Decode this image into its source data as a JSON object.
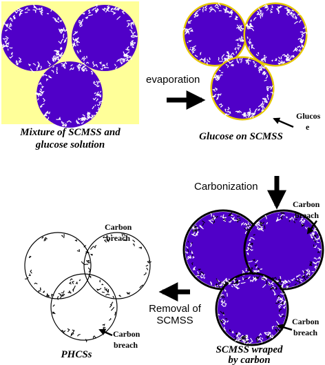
{
  "panels": {
    "mixture": {
      "caption_line1": "Mixture of SCMSS and",
      "caption_line2": "glucose solution"
    },
    "glucose_on": {
      "caption": "Glucose on SCMSS",
      "label_line1": "Glucos",
      "label_line2": "e"
    },
    "wrapped": {
      "caption_line1": "SCMSS wraped",
      "caption_line2": "by carbon",
      "label_top_line1": "Carbon",
      "label_top_line2": "breach",
      "label_bottom_line1": "Carbon",
      "label_bottom_line2": "breach"
    },
    "phcs": {
      "caption": "PHCSs",
      "label_top_line1": "Carbon",
      "label_top_line2": "breach",
      "label_bottom_line1": "Carbon",
      "label_bottom_line2": "breach"
    }
  },
  "steps": {
    "evaporation": "evaporation",
    "carbonization": "Carbonization",
    "removal_line1": "Removal of",
    "removal_line2": "SCMSS"
  },
  "colors": {
    "core": "#5000c8",
    "solution": "#ffff99",
    "glucose": "#e6c800",
    "carbon": "#000000",
    "shell_texture": "#ffffff",
    "arrow": "#000000"
  }
}
